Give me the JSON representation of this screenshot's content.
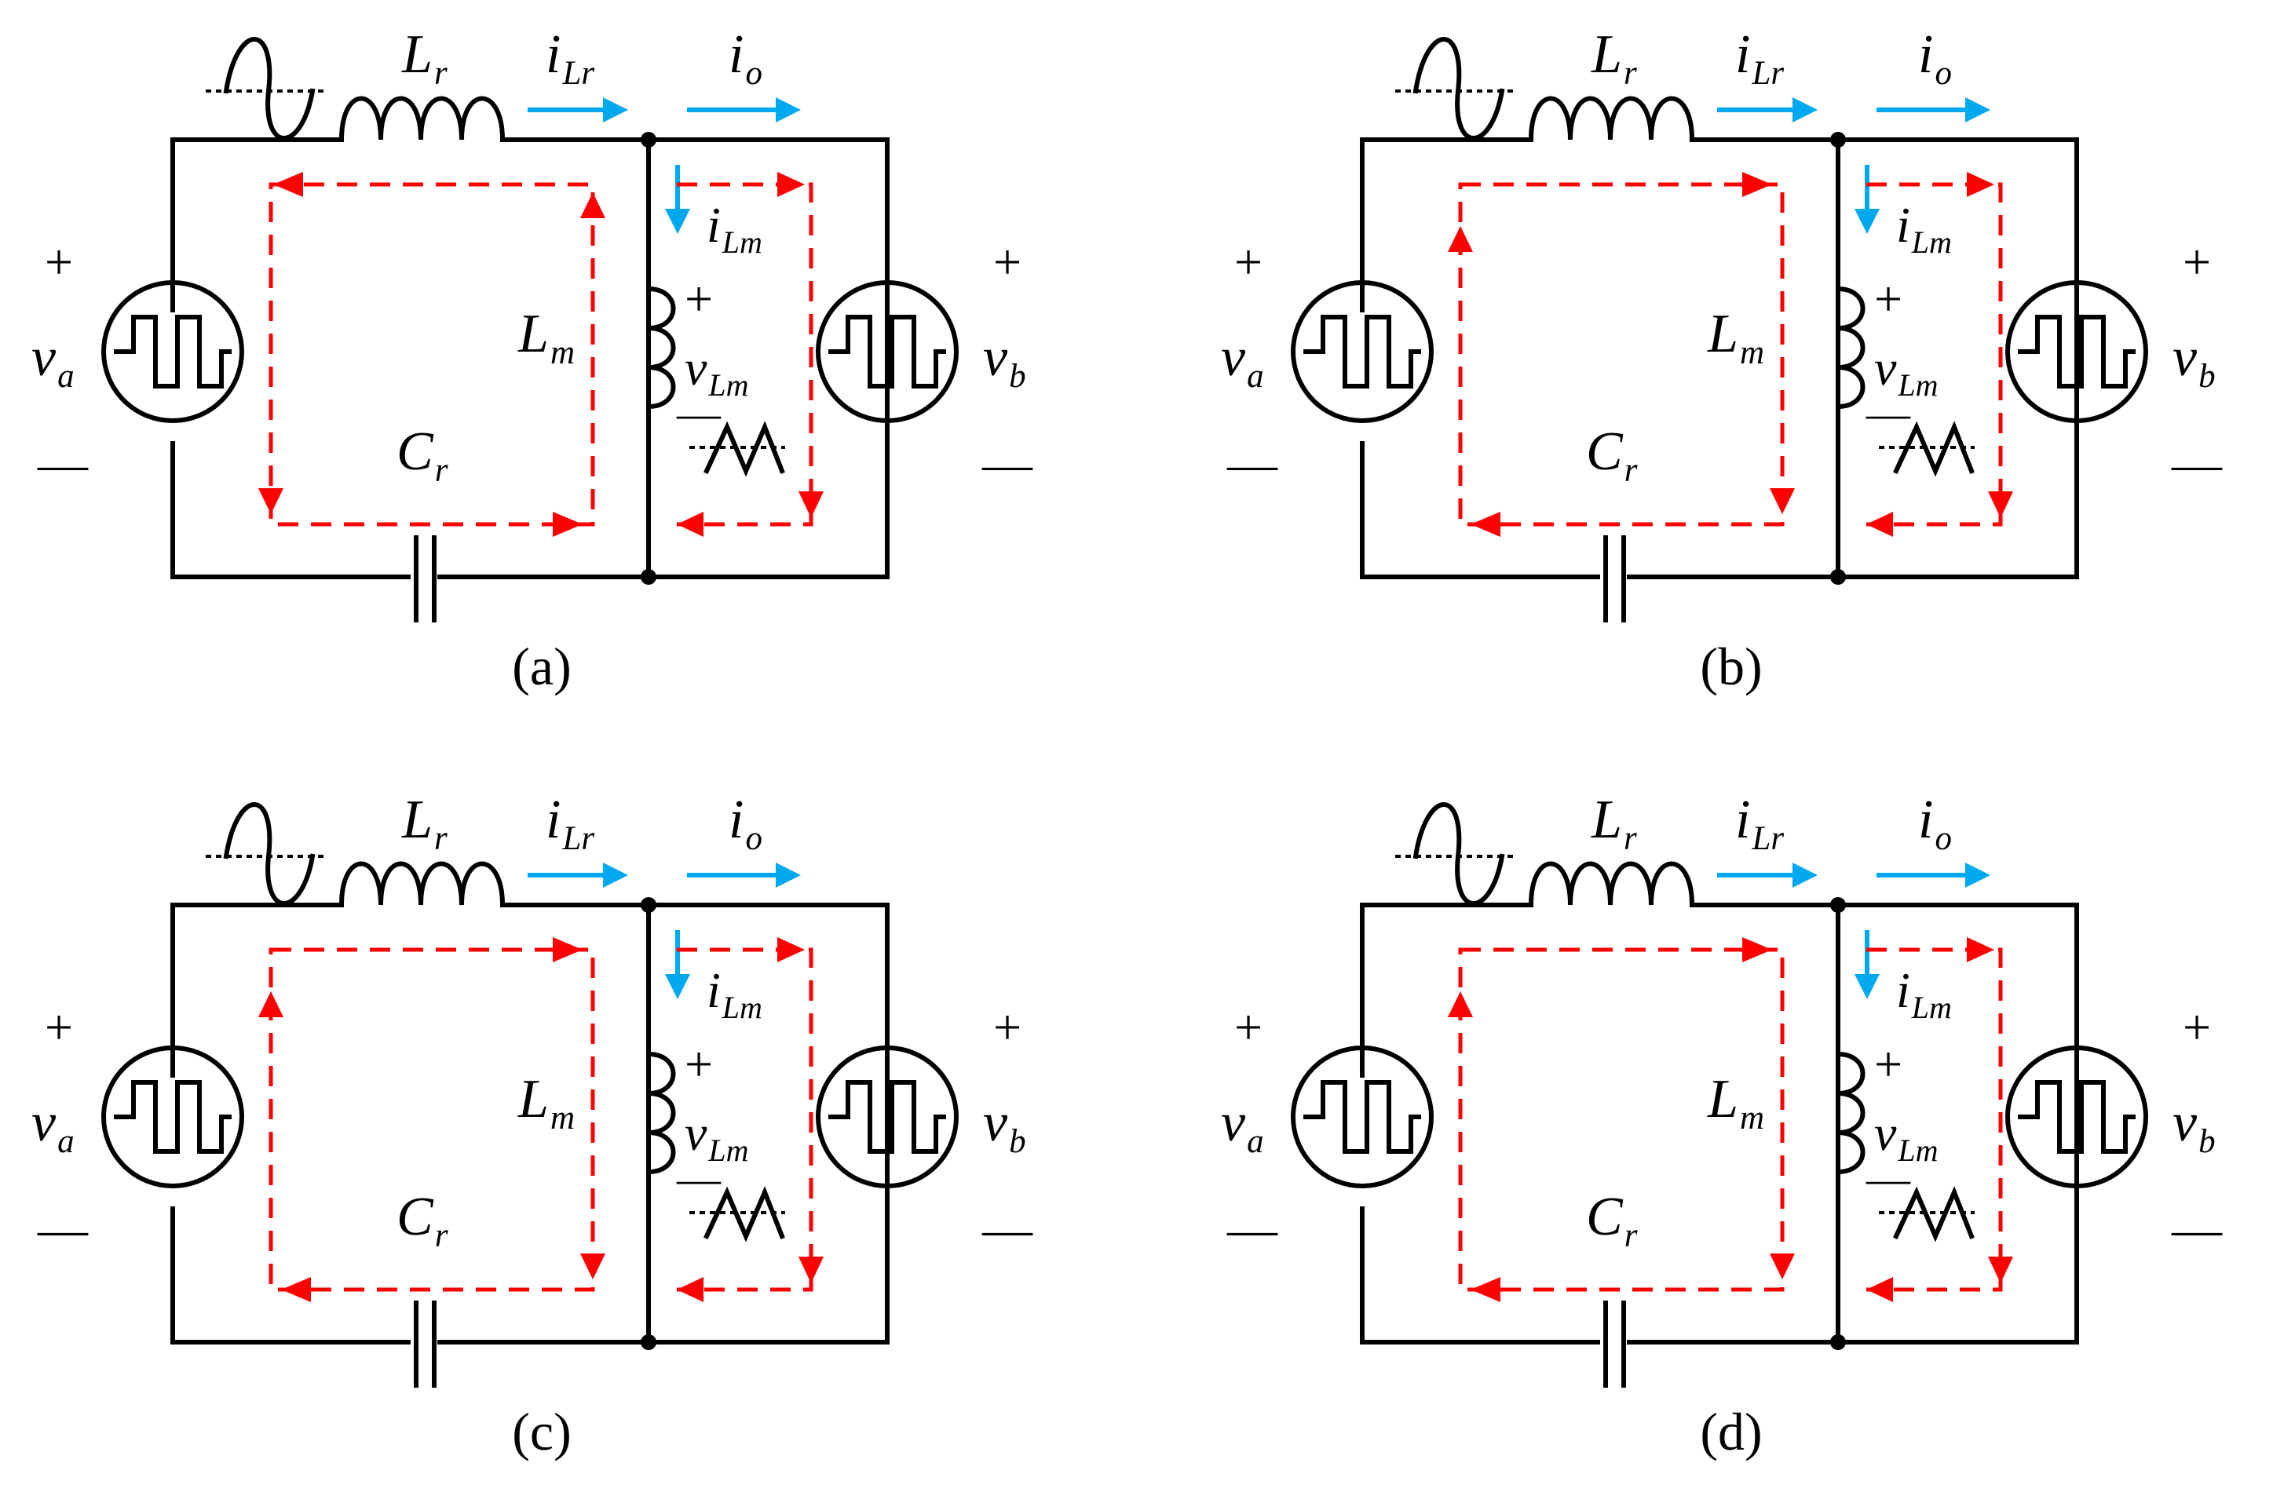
{
  "labels": {
    "Lr_main": "L",
    "Lr_sub": "r",
    "iLr_main": "i",
    "iLr_sub": "Lr",
    "io_main": "i",
    "io_sub": "o",
    "iLm_main": "i",
    "iLm_sub": "Lm",
    "Lm_main": "L",
    "Lm_sub": "m",
    "vLm_main": "v",
    "vLm_sub": "Lm",
    "Cr_main": "C",
    "Cr_sub": "r",
    "va_main": "v",
    "va_sub": "a",
    "vb_main": "v",
    "vb_sub": "b",
    "plus": "+",
    "minus": "—"
  },
  "panels": [
    {
      "caption": "(a)",
      "left_loop": "ccw",
      "right_loop": "cw"
    },
    {
      "caption": "(b)",
      "left_loop": "cw",
      "right_loop": "cw"
    },
    {
      "caption": "(c)",
      "left_loop": "cw",
      "right_loop": "cw"
    },
    {
      "caption": "(d)",
      "left_loop": "cw",
      "right_loop": "cw"
    }
  ],
  "colors": {
    "wire": "#000000",
    "current_loop": "#ff0000",
    "current_arrow": "#00a8ef"
  }
}
